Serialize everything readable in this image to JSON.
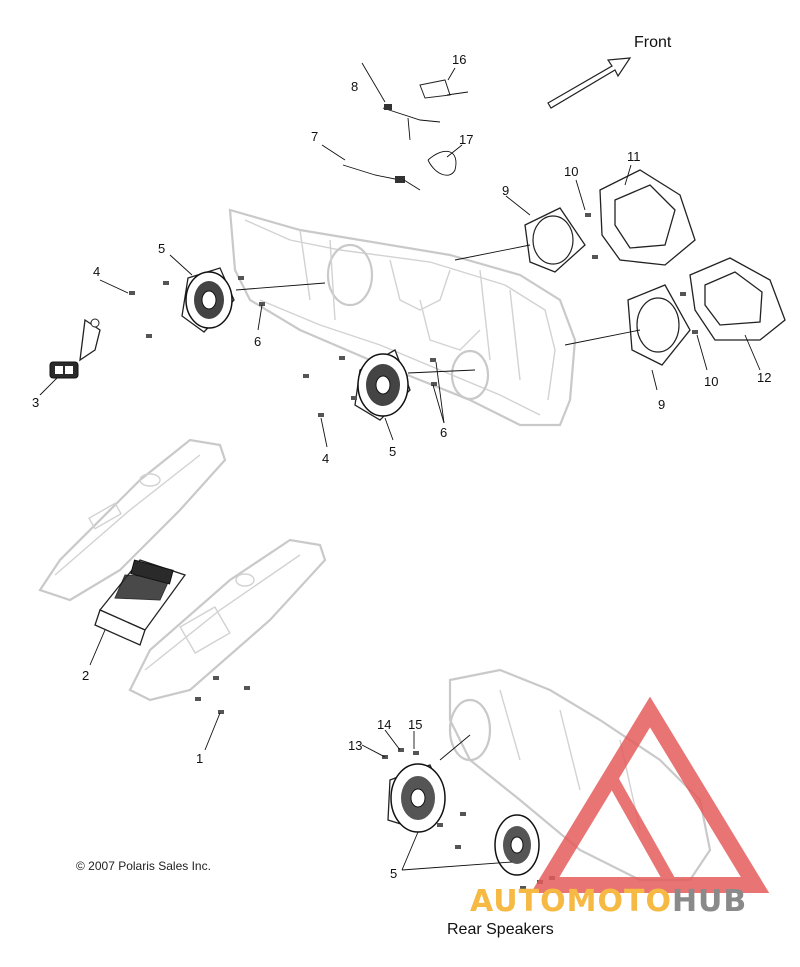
{
  "direction_label": "Front",
  "callouts": {
    "c1": "1",
    "c2": "2",
    "c3": "3",
    "c4a": "4",
    "c4b": "4",
    "c5a": "5",
    "c5b": "5",
    "c5c": "5",
    "c6a": "6",
    "c6b": "6",
    "c7": "7",
    "c8": "8",
    "c9a": "9",
    "c9b": "9",
    "c10a": "10",
    "c10b": "10",
    "c11": "11",
    "c12": "12",
    "c13": "13",
    "c14": "14",
    "c15": "15",
    "c16": "16",
    "c17": "17"
  },
  "copyright": "© 2007 Polaris Sales Inc.",
  "section_label": "Rear Speakers",
  "watermark": {
    "part_a": "AUTOMOTO",
    "part_b": "HUB",
    "color_a": "#f5b944",
    "color_b": "#8a8a8a",
    "triangle_color": "#e65c5c"
  },
  "icons": [
    "front-arrow-icon",
    "speaker-icon",
    "speaker-housing-icon",
    "gasket-icon",
    "radio-unit-icon",
    "switch-icon",
    "cable-icon",
    "screw-icon"
  ]
}
